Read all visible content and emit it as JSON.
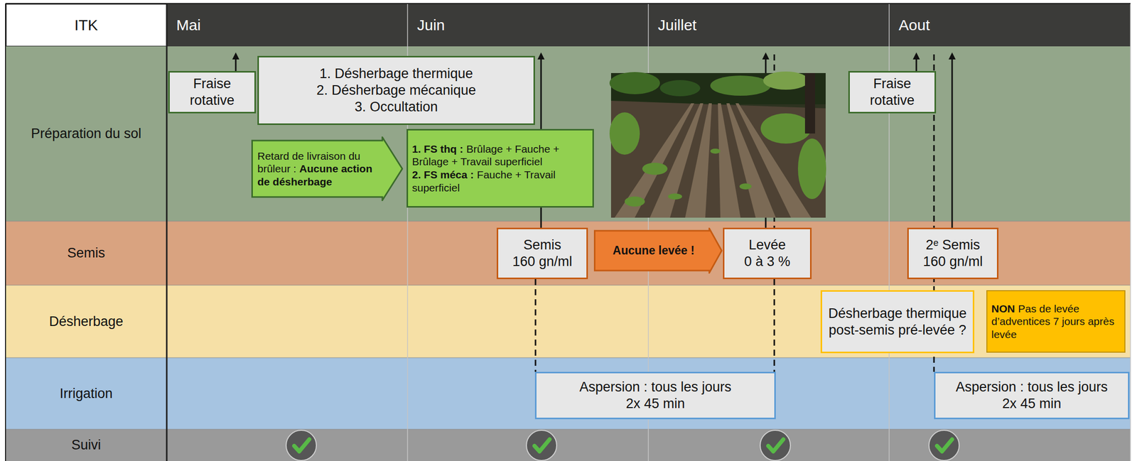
{
  "diagram": {
    "nodes": [
      {
        "text": [
          "Fraise rotative"
        ]
      },
      {
        "text": [
          "1. Désherbage thermique",
          "2. Désherbage mécanique",
          "3. Occultation"
        ]
      },
      {
        "text": [
          "Retard de livraison du brûleur :",
          "Aucune action de désherbage"
        ]
      },
      {
        "text": [
          "1. FS thq :",
          "Brûlage + Fauche + Brûlage + Travail superficiel",
          "2. FS méca :",
          "Fauche + Travail superficiel"
        ]
      },
      {
        "text": [
          "Fraise rotative"
        ]
      },
      {
        "text": [
          "Semis",
          "160 gn/ml"
        ]
      },
      {
        "text": [
          "Aucune levée !"
        ]
      },
      {
        "text": [
          "Levée",
          "0 à 3 %"
        ]
      },
      {
        "text": [
          "2ᵉ Semis",
          "160 gn/ml"
        ]
      },
      {
        "text": [
          "Désherbage thermique post-semis pré-levée ?"
        ]
      },
      {
        "text": [
          "NON",
          "Pas de levée d’adventices 7 jours après levée"
        ]
      },
      {
        "text": [
          "Aspersion : tous les jours",
          "2x 45 min"
        ]
      },
      {
        "text": [
          "Aspersion : tous les jours",
          "2x 45 min"
        ]
      }
    ],
    "edges": [
      {
        "from": 5,
        "to": 11,
        "arrow": "none"
      },
      {
        "from": 7,
        "to": 11,
        "arrow": "none"
      }
    ],
    "labels": [
      "ITK",
      "Mai",
      "Juin",
      "Juillet",
      "Aout",
      "Préparation du sol",
      "Semis",
      "Désherbage",
      "Irrigation",
      "Suivi"
    ]
  }
}
